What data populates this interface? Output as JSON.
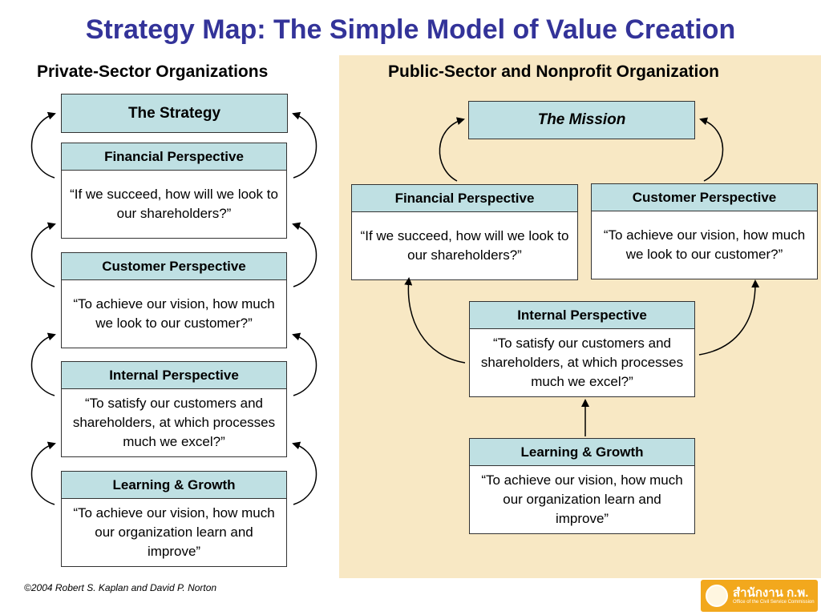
{
  "title": "Strategy Map: The Simple Model of Value Creation",
  "private": {
    "heading": "Private-Sector Organizations",
    "strategy": "The Strategy",
    "boxes": [
      {
        "header": "Financial Perspective",
        "body": "“If we succeed, how will we look to our shareholders?”"
      },
      {
        "header": "Customer Perspective",
        "body": "“To achieve our vision, how much we look to our customer?”"
      },
      {
        "header": "Internal Perspective",
        "body": "“To satisfy our customers and shareholders, at which processes much we excel?”"
      },
      {
        "header": "Learning & Growth",
        "body": "“To achieve our vision, how much our organization learn and improve”"
      }
    ]
  },
  "public": {
    "heading": "Public-Sector and Nonprofit Organization",
    "mission": "The Mission",
    "financial": {
      "header": "Financial Perspective",
      "body": "“If we succeed, how will we look to our shareholders?”"
    },
    "customer": {
      "header": "Customer Perspective",
      "body": "“To achieve our vision, how much we look to our customer?”"
    },
    "internal": {
      "header": "Internal Perspective",
      "body": "“To satisfy our customers and shareholders, at which processes much we excel?”"
    },
    "learning": {
      "header": "Learning & Growth",
      "body": "“To achieve our vision, how much our organization learn and improve”"
    }
  },
  "copyright": "©2004 Robert S. Kaplan and David P. Norton",
  "logo": {
    "name": "สำนักงาน ก.พ.",
    "sub": "Office of the Civil Service Commission"
  },
  "colors": {
    "title": "#333399",
    "header_fill": "#bfe0e3",
    "panel": "#f8e8c4",
    "logo": "#f2a81d"
  }
}
